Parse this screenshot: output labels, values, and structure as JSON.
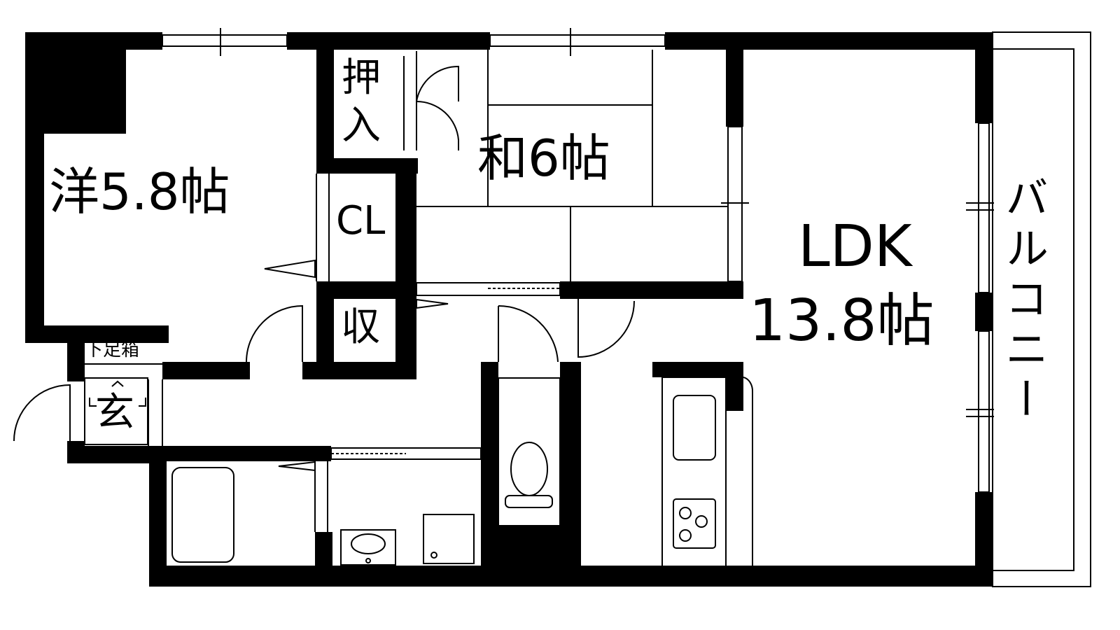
{
  "rooms": {
    "western": "洋5.8帖",
    "japanese": "和6帖",
    "closet_oshiire_1": "押",
    "closet_oshiire_2": "入",
    "closet_cl": "CL",
    "storage": "収",
    "ldk_name": "LDK",
    "ldk_size": "13.8帖",
    "balcony": "バルコニー",
    "entrance": "玄",
    "shoe_box": "下足箱"
  },
  "colors": {
    "wall": "#000000",
    "line": "#000000",
    "background": "#ffffff"
  }
}
